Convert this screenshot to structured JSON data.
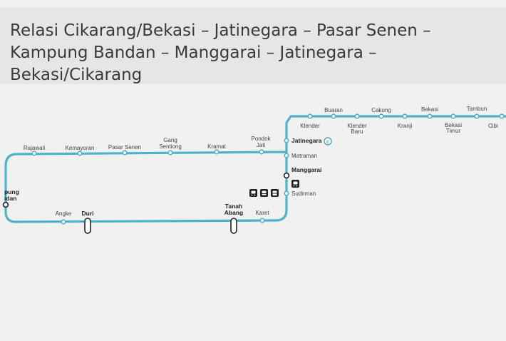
{
  "header": {
    "title_line1": "Relasi Cikarang/Bekasi – Jatinegara – Pasar Senen –",
    "title_line2": "Kampung Bandan – Manggarai – Jatinegara –",
    "title_line3": "Bekasi/Cikarang"
  },
  "line_color": "#4db3c6",
  "stations": {
    "rajawali": "Rajawali",
    "kemayoran": "Kemayoran",
    "pasar_senen": "Pasar Senen",
    "gang_sentiong_1": "Gang",
    "gang_sentiong_2": "Sentiong",
    "kramat": "Kramat",
    "pondok_jati_1": "Pondok",
    "pondok_jati_2": "Jati",
    "jatinegara": "Jatinegara",
    "matraman": "Matraman",
    "manggarai": "Manggarai",
    "sudirman": "Sudirman",
    "karet": "Karet",
    "tanah_abang_1": "Tanah",
    "tanah_abang_2": "Abang",
    "duri": "Duri",
    "angke": "Angke",
    "kampung_bandan_1": "pung",
    "kampung_bandan_2": "idan",
    "klender": "Klender",
    "buaran": "Buaran",
    "klender_baru_1": "Klender",
    "klender_baru_2": "Baru",
    "cakung": "Cakung",
    "kranji": "Kranji",
    "bekasi": "Bekasi",
    "bekasi_timur_1": "Bekasi",
    "bekasi_timur_2": "Timur",
    "tambun": "Tambun",
    "cibitung": "Cibi"
  },
  "icons": {
    "jatinegara_transfer": "c-transfer-icon",
    "manggarai_transfer": "train-transfer-icon",
    "tanah_abang_transfers": [
      "train-transfer-icon",
      "bus-transfer-icon",
      "brt-transfer-icon"
    ]
  }
}
